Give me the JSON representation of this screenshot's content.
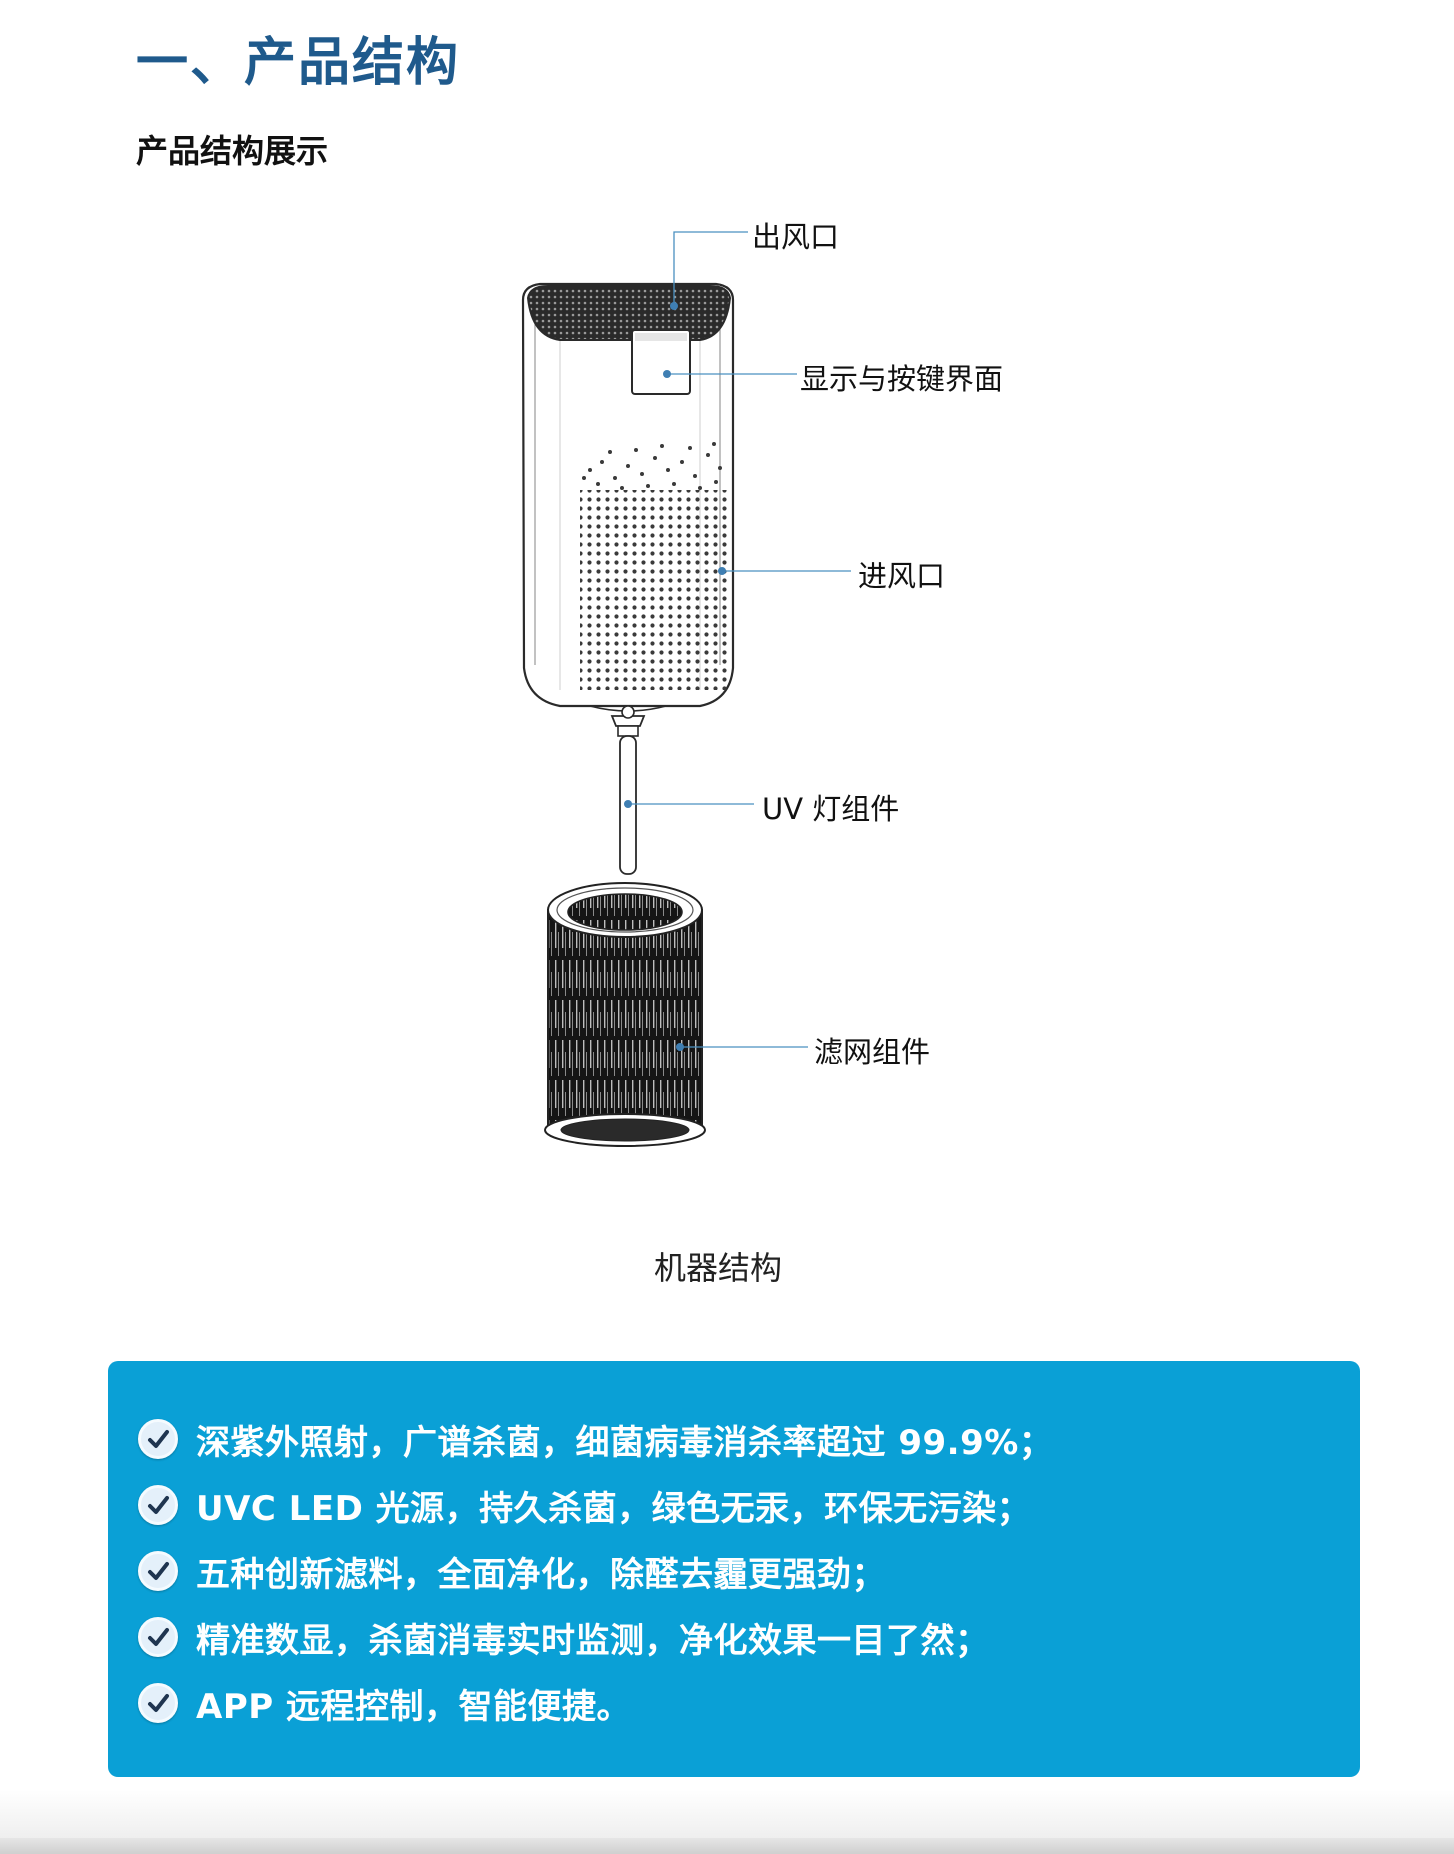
{
  "section_title": "一、产品结构",
  "subsection_title": "产品结构展示",
  "diagram": {
    "callouts": {
      "air_outlet": "出风口",
      "display_panel": "显示与按键界面",
      "air_inlet": "进风口",
      "uv_lamp": "UV 灯组件",
      "filter": "滤网组件"
    },
    "caption": "机器结构"
  },
  "features": [
    "深紫外照射，广谱杀菌，细菌病毒消杀率超过 99.9%；",
    "UVC LED 光源，持久杀菌，绿色无汞，环保无污染；",
    "五种创新滤料，全面净化，除醛去霾更强劲；",
    "精准数显，杀菌消毒实时监测，净化效果一目了然；",
    "APP 远程控制，智能便捷。"
  ],
  "colors": {
    "heading": "#1f5a8c",
    "panel": "#0aa0d6",
    "leader_line": "#4a90c0"
  },
  "icons": {
    "bullet": "check-circle-icon"
  }
}
